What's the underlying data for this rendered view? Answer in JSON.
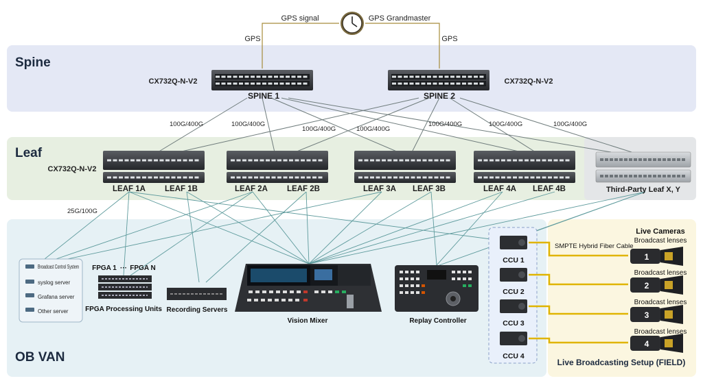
{
  "gps": {
    "signal_label": "GPS signal",
    "grandmaster_label": "GPS Grandmaster",
    "left_label": "GPS",
    "right_label": "GPS"
  },
  "zones": {
    "spine": "Spine",
    "leaf": "Leaf",
    "obvan": "OB VAN",
    "field": "Live Broadcasting Setup (FIELD)"
  },
  "spine": {
    "left_model": "CX732Q-N-V2",
    "right_model": "CX732Q-N-V2",
    "s1": "SPINE 1",
    "s2": "SPINE 2"
  },
  "links": [
    "100G/400G",
    "100G/400G",
    "100G/400G",
    "100G/400G",
    "100G/400G",
    "100G/400G",
    "100G/400G"
  ],
  "leaf": {
    "model": "CX732Q-N-V2",
    "labels": [
      "LEAF 1A",
      "LEAF 1B",
      "LEAF 2A",
      "LEAF 2B",
      "LEAF 3A",
      "LEAF 3B",
      "LEAF 4A",
      "LEAF 4B"
    ],
    "third_party": "Third-Party Leaf X, Y",
    "downlink": "25G/100G"
  },
  "servers": [
    "Broadcast Control System",
    "syslog server",
    "Grafana server",
    "Other server"
  ],
  "devices": {
    "fpga_top": "FPGA 1",
    "fpga_dots": "···",
    "fpga_top2": "FPGA N",
    "fpga": "FPGA Processing Units",
    "recording": "Recording Servers",
    "mixer": "Vision Mixer",
    "replay": "Replay Controller"
  },
  "ccu": [
    "CCU 1",
    "CCU 2",
    "CCU 3",
    "CCU 4"
  ],
  "cameras": {
    "title": "Live Cameras",
    "lens": [
      "Broadcast lenses",
      "Broadcast lenses",
      "Broadcast lenses",
      "Broadcast lenses"
    ],
    "numbers": [
      "1",
      "2",
      "3",
      "4"
    ],
    "cable": "SMPTE Hybrid Fiber Cable"
  }
}
